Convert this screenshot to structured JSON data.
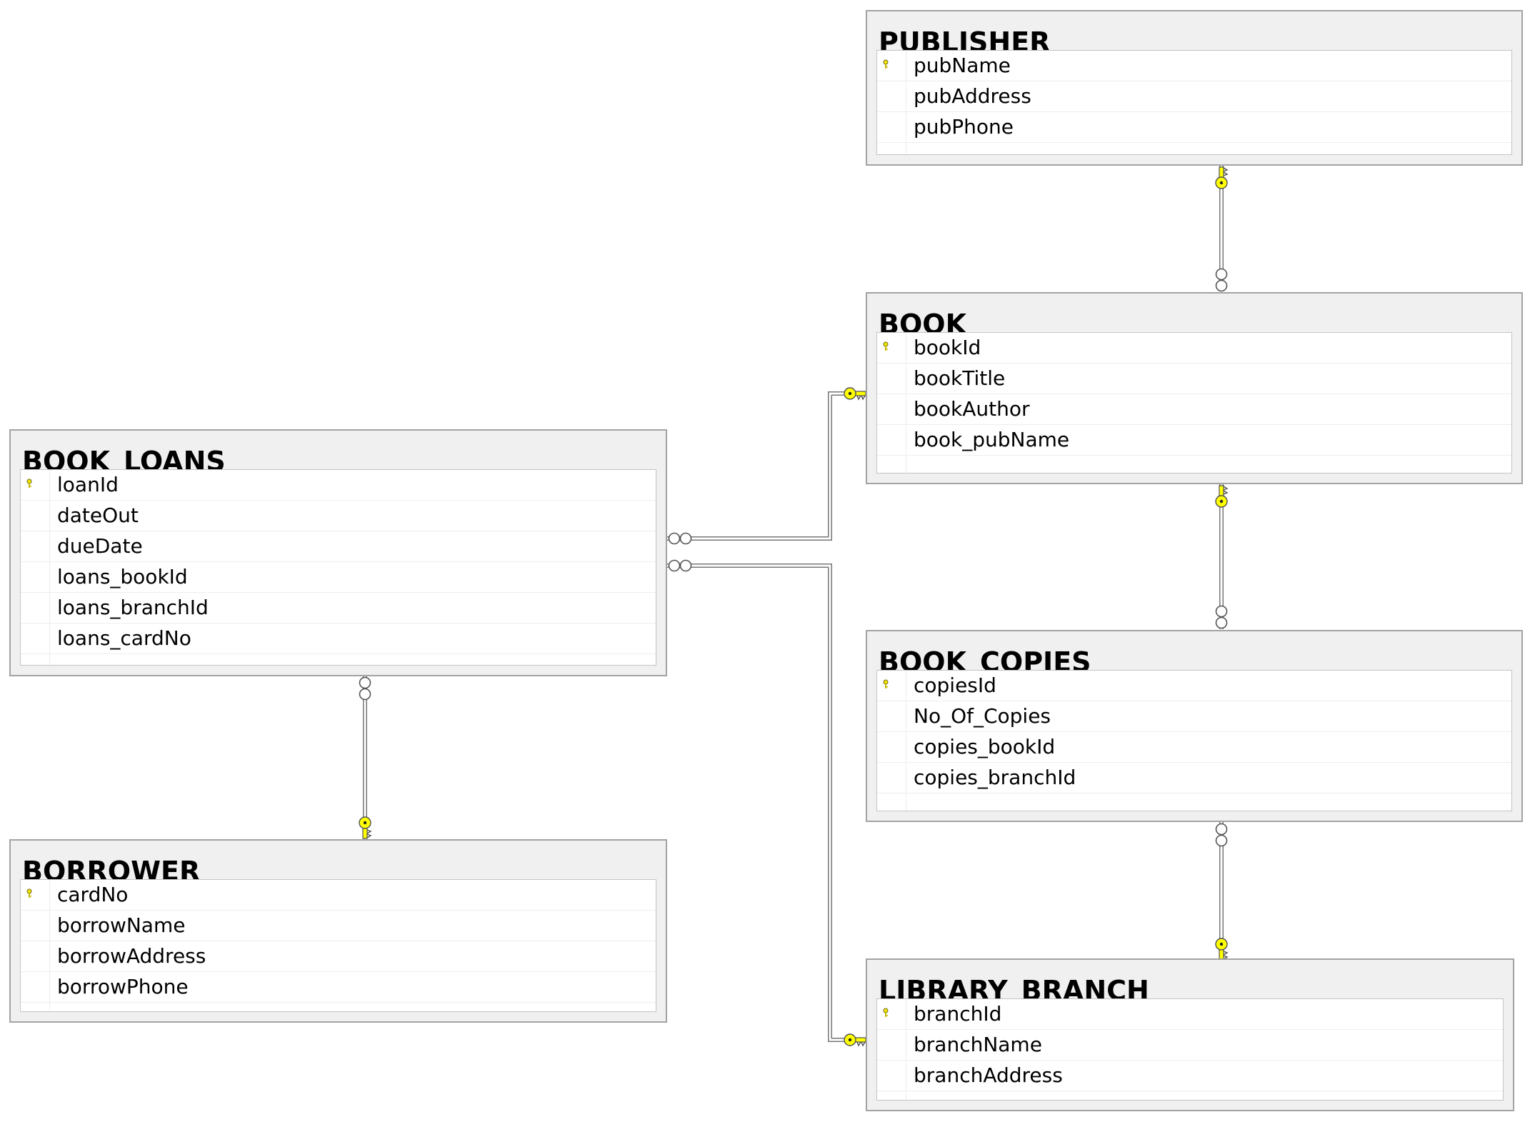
{
  "colors": {
    "key": "#ffff00",
    "key_outline": "#505050",
    "line": "#707070",
    "border": "#a3a3a3"
  },
  "tables": [
    {
      "id": "publisher",
      "title": "PUBLISHER",
      "columns": [
        {
          "name": "pubName",
          "pk": true
        },
        {
          "name": "pubAddress"
        },
        {
          "name": "pubPhone"
        }
      ]
    },
    {
      "id": "book",
      "title": "BOOK",
      "columns": [
        {
          "name": "bookId",
          "pk": true
        },
        {
          "name": "bookTitle"
        },
        {
          "name": "bookAuthor"
        },
        {
          "name": "book_pubName"
        }
      ]
    },
    {
      "id": "book_loans",
      "title": "BOOK_LOANS",
      "columns": [
        {
          "name": "loanId",
          "pk": true
        },
        {
          "name": "dateOut"
        },
        {
          "name": "dueDate"
        },
        {
          "name": "loans_bookId"
        },
        {
          "name": "loans_branchId"
        },
        {
          "name": "loans_cardNo"
        }
      ]
    },
    {
      "id": "book_copies",
      "title": "BOOK_COPIES",
      "columns": [
        {
          "name": "copiesId",
          "pk": true
        },
        {
          "name": "No_Of_Copies"
        },
        {
          "name": "copies_bookId"
        },
        {
          "name": "copies_branchId"
        }
      ]
    },
    {
      "id": "borrower",
      "title": "BORROWER",
      "columns": [
        {
          "name": "cardNo",
          "pk": true
        },
        {
          "name": "borrowName"
        },
        {
          "name": "borrowAddress"
        },
        {
          "name": "borrowPhone"
        }
      ]
    },
    {
      "id": "library_branch",
      "title": "LIBRARY_BRANCH",
      "columns": [
        {
          "name": "branchId",
          "pk": true
        },
        {
          "name": "branchName"
        },
        {
          "name": "branchAddress"
        }
      ]
    }
  ],
  "relationships": [
    {
      "one": "publisher",
      "many": "book"
    },
    {
      "one": "book",
      "many": "book_copies"
    },
    {
      "one": "library_branch",
      "many": "book_copies"
    },
    {
      "one": "book",
      "many": "book_loans"
    },
    {
      "one": "library_branch",
      "many": "book_loans"
    },
    {
      "one": "borrower",
      "many": "book_loans"
    }
  ]
}
